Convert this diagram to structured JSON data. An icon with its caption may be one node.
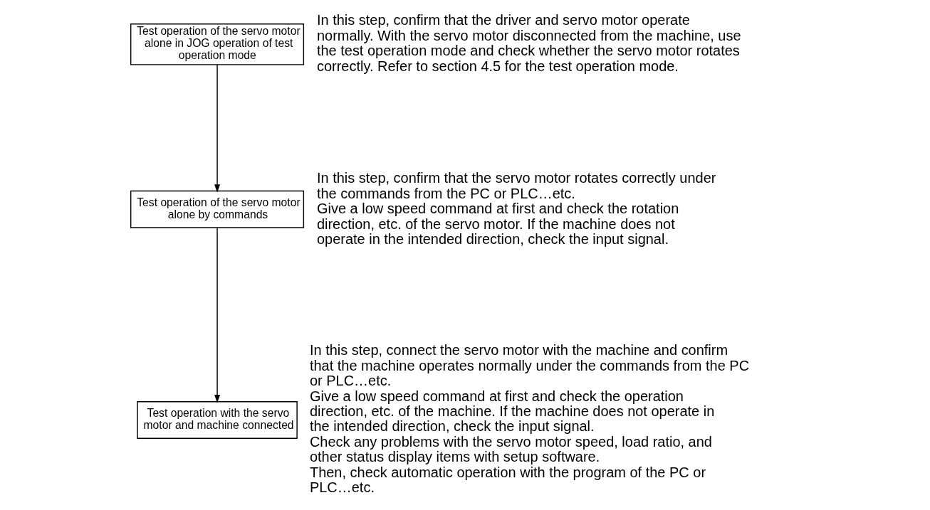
{
  "diagram": {
    "nodes": [
      {
        "text": [
          "Test operation of the servo motor alone in JOG operation of test operation mode"
        ],
        "beside": [
          "In this step, confirm that the driver and servo motor operate normally. With the servo motor disconnected from the machine, use the test operation mode and check whether the servo motor rotates correctly. Refer to section 4.5 for the test operation mode."
        ]
      },
      {
        "text": [
          "Test operation of the servo motor alone by commands"
        ],
        "beside": [
          "In this step, confirm that the servo motor rotates correctly under the commands from the PC or PLC…etc.",
          "Give a low speed command at first and check the rotation direction, etc. of the servo motor. If the machine does not operate in the intended direction, check the input signal."
        ]
      },
      {
        "text": [
          "Test operation with the servo motor and machine connected"
        ],
        "beside": [
          "In this step, connect the servo motor with the machine and confirm that the machine operates normally under the commands from the PC or PLC…etc.",
          "Give a low speed command at first and check the operation direction, etc. of the machine. If the machine does not operate in the intended direction, check the input signal.",
          "Check any problems with the servo motor speed, load ratio, and other status display items with setup software.",
          "Then, check automatic operation with the program of the PC or PLC…etc."
        ]
      }
    ],
    "edges": [
      {
        "from": 0,
        "to": 1,
        "arrow": "to"
      },
      {
        "from": 1,
        "to": 2,
        "arrow": "to"
      }
    ]
  }
}
